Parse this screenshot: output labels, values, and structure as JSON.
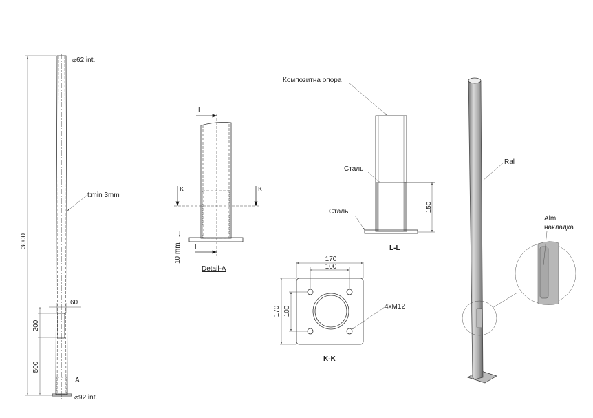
{
  "pole_elevation": {
    "top_diameter": "⌀62 int.",
    "bottom_diameter": "⌀92 int.",
    "height": "3000",
    "wall_thickness": "t:min 3mm",
    "door_width": "60",
    "door_height": "200",
    "door_offset": "500",
    "detail_marker": "A"
  },
  "detail_a": {
    "title": "Detail-A",
    "section_k": "K",
    "section_l": "L",
    "plate_thickness": "10 mm"
  },
  "section_ll": {
    "title": "L-L",
    "composite_label": "Композитна опора",
    "steel_sleeve_label": "Сталь",
    "steel_plate_label": "Сталь",
    "sleeve_height": "150"
  },
  "section_kk": {
    "title": "K-K",
    "plate_width": "170",
    "hole_spacing_x": "100",
    "plate_height": "170",
    "hole_spacing_y": "100",
    "holes": "4xM12"
  },
  "isometric": {
    "finish_label": "Ral",
    "cover_label_1": "Alm",
    "cover_label_2": "накладка"
  }
}
